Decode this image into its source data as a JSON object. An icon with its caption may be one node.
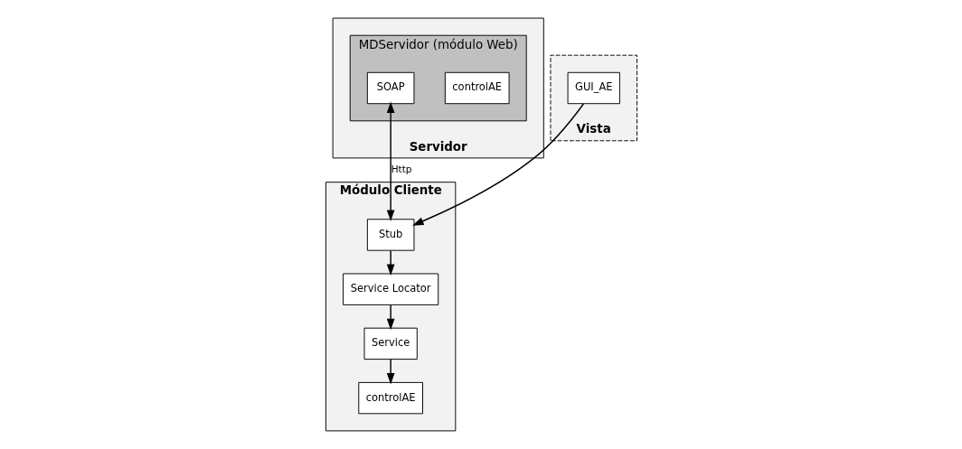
{
  "diagram": {
    "nodes": [
      {
        "text": [
          "Servidor"
        ]
      },
      {
        "text": [
          "MDServidor (módulo Web)"
        ],
        "in": 0
      },
      {
        "text": [
          "controlAE"
        ],
        "in": 1
      },
      {
        "text": [
          "SOAP"
        ],
        "in": 1
      },
      {
        "text": [
          "Módulo Cliente"
        ]
      },
      {
        "text": [
          "Stub"
        ],
        "in": 4
      },
      {
        "text": [
          "Service Locator"
        ],
        "in": 4
      },
      {
        "text": [
          "Service"
        ],
        "in": 4
      },
      {
        "text": [
          "controlAE"
        ],
        "in": 4
      },
      {
        "text": [
          "Vista"
        ]
      },
      {
        "text": [
          "GUI_AE"
        ],
        "in": 9
      }
    ],
    "edges": [
      {
        "from": 3,
        "to": 5,
        "arrow": "both",
        "label": "Http"
      },
      {
        "from": 5,
        "to": 6,
        "arrow": "to"
      },
      {
        "from": 6,
        "to": 7,
        "arrow": "to"
      },
      {
        "from": 7,
        "to": 8,
        "arrow": "to"
      },
      {
        "from": 10,
        "to": 5,
        "arrow": "to"
      }
    ]
  }
}
